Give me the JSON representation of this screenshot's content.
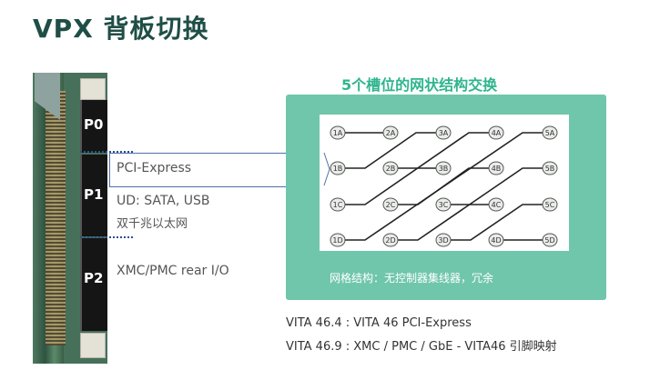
{
  "title": "VPX 背板切换",
  "connectors": {
    "p0": "P0",
    "p1": "P1",
    "p2": "P2"
  },
  "p1_notes": {
    "pci": "PCI-Express",
    "ud": "UD: SATA, USB",
    "eth": "双千兆以太网"
  },
  "p2_note": "XMC/PMC rear I/O",
  "mesh": {
    "title": "5个槽位的网状结构交换",
    "caption": "网格结构：无控制器集线器，冗余",
    "nodes": [
      {
        "id": "1A",
        "row": 0,
        "col": 0
      },
      {
        "id": "2A",
        "row": 0,
        "col": 1
      },
      {
        "id": "3A",
        "row": 0,
        "col": 2
      },
      {
        "id": "4A",
        "row": 0,
        "col": 3
      },
      {
        "id": "5A",
        "row": 0,
        "col": 4
      },
      {
        "id": "1B",
        "row": 1,
        "col": 0
      },
      {
        "id": "2B",
        "row": 1,
        "col": 1
      },
      {
        "id": "3B",
        "row": 1,
        "col": 2
      },
      {
        "id": "4B",
        "row": 1,
        "col": 3
      },
      {
        "id": "5B",
        "row": 1,
        "col": 4
      },
      {
        "id": "1C",
        "row": 2,
        "col": 0
      },
      {
        "id": "2C",
        "row": 2,
        "col": 1
      },
      {
        "id": "3C",
        "row": 2,
        "col": 2
      },
      {
        "id": "4C",
        "row": 2,
        "col": 3
      },
      {
        "id": "5C",
        "row": 2,
        "col": 4
      },
      {
        "id": "1D",
        "row": 3,
        "col": 0
      },
      {
        "id": "2D",
        "row": 3,
        "col": 1
      },
      {
        "id": "3D",
        "row": 3,
        "col": 2
      },
      {
        "id": "4D",
        "row": 3,
        "col": 3
      },
      {
        "id": "5D",
        "row": 3,
        "col": 4
      }
    ],
    "links": [
      [
        "1A",
        "2A"
      ],
      [
        "1B",
        "3A"
      ],
      [
        "1C",
        "4A"
      ],
      [
        "1D",
        "5A"
      ],
      [
        "2B",
        "3B"
      ],
      [
        "2C",
        "4B"
      ],
      [
        "2D",
        "5B"
      ],
      [
        "3C",
        "4C"
      ],
      [
        "3D",
        "5C"
      ],
      [
        "4D",
        "5D"
      ]
    ]
  },
  "vita": {
    "line1": "VITA 46.4 : VITA 46 PCI-Express",
    "line2": "VITA 46.9 : XMC / PMC / GbE - VITA46 引脚映射"
  },
  "colors": {
    "title": "#1f4e46",
    "mesh_title": "#2fb58e",
    "panel": "#70c6ab",
    "callout": "#4f6fa8"
  }
}
